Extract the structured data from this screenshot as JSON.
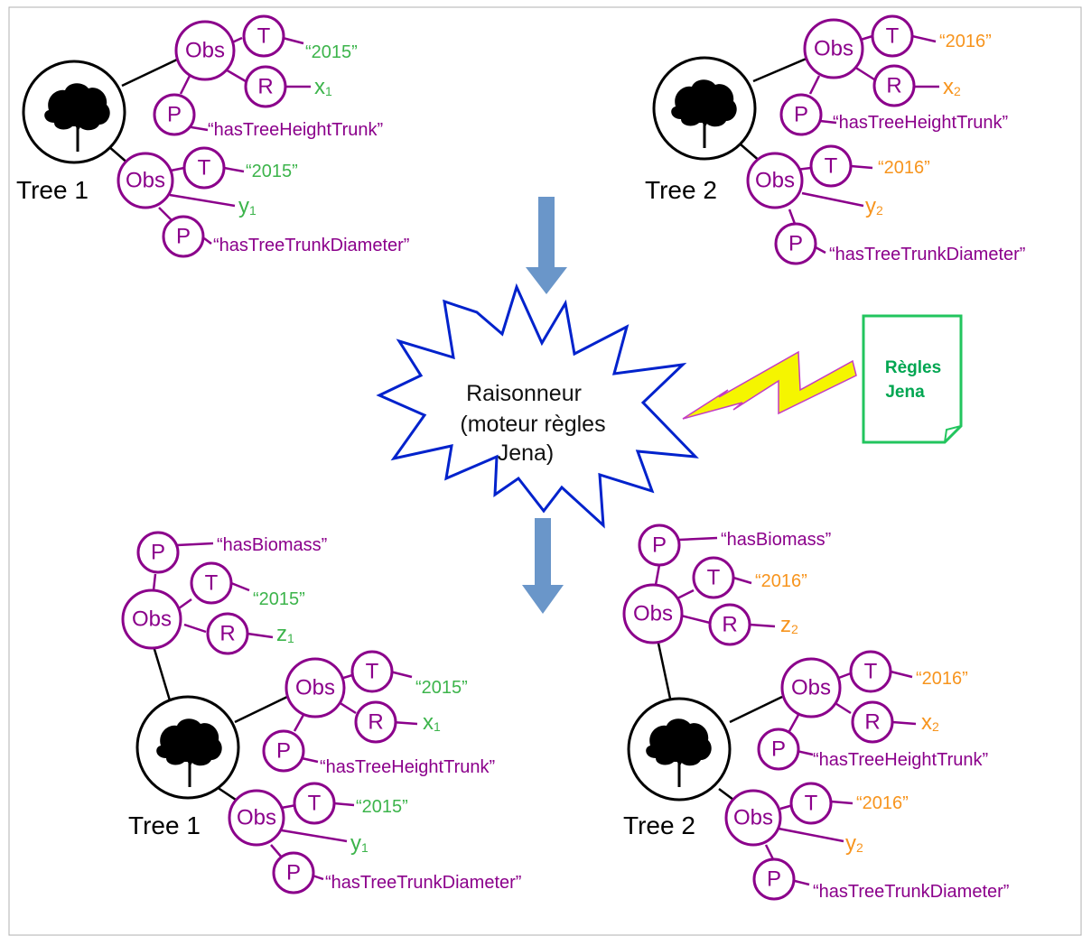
{
  "top_left": {
    "tree_label": "Tree 1",
    "obs_height": {
      "obs": "Obs",
      "t": "T",
      "r": "R",
      "p": "P",
      "time": "“2015”",
      "result": "x",
      "result_sub": "1",
      "property": "“hasTreeHeightTrunk”"
    },
    "obs_diameter": {
      "obs": "Obs",
      "t": "T",
      "p": "P",
      "time": "“2015”",
      "result": "y",
      "result_sub": "1",
      "property": "“hasTreeTrunkDiameter”"
    }
  },
  "top_right": {
    "tree_label": "Tree 2",
    "obs_height": {
      "obs": "Obs",
      "t": "T",
      "r": "R",
      "p": "P",
      "time": "“2016”",
      "result": "x",
      "result_sub": "2",
      "property": "“hasTreeHeightTrunk”"
    },
    "obs_diameter": {
      "obs": "Obs",
      "t": "T",
      "p": "P",
      "time": "“2016”",
      "result": "y",
      "result_sub": "2",
      "property": "“hasTreeTrunkDiameter”"
    }
  },
  "reasoner": {
    "line1": "Raisonneur",
    "line2": "(moteur règles",
    "line3": "Jena)"
  },
  "rules_doc": {
    "line1": "Règles",
    "line2": "Jena"
  },
  "bottom_left": {
    "tree_label": "Tree 1",
    "obs_biomass": {
      "obs": "Obs",
      "t": "T",
      "r": "R",
      "p": "P",
      "time": "“2015”",
      "result": "z",
      "result_sub": "1",
      "property": "“hasBiomass”"
    },
    "obs_height": {
      "obs": "Obs",
      "t": "T",
      "r": "R",
      "p": "P",
      "time": "“2015”",
      "result": "x",
      "result_sub": "1",
      "property": "“hasTreeHeightTrunk”"
    },
    "obs_diameter": {
      "obs": "Obs",
      "t": "T",
      "p": "P",
      "time": "“2015”",
      "result": "y",
      "result_sub": "1",
      "property": "“hasTreeTrunkDiameter”"
    }
  },
  "bottom_right": {
    "tree_label": "Tree 2",
    "obs_biomass": {
      "obs": "Obs",
      "t": "T",
      "r": "R",
      "p": "P",
      "time": "“2016”",
      "result": "z",
      "result_sub": "2",
      "property": "“hasBiomass”"
    },
    "obs_height": {
      "obs": "Obs",
      "t": "T",
      "r": "R",
      "p": "P",
      "time": "“2016”",
      "result": "x",
      "result_sub": "2",
      "property": "“hasTreeHeightTrunk”"
    },
    "obs_diameter": {
      "obs": "Obs",
      "t": "T",
      "p": "P",
      "time": "“2016”",
      "result": "y",
      "result_sub": "2",
      "property": "“hasTreeTrunkDiameter”"
    }
  },
  "colors": {
    "node_purple": "#8b008b",
    "year_2015_green": "#3cb44b",
    "year_2016_orange": "#f7941d",
    "arrow_blue": "#6a96c9",
    "starburst_blue": "#0022cc",
    "lightning_yellow": "#f5f500",
    "rules_green": "#00a651"
  },
  "icons": {
    "tree": "tree-silhouette-icon",
    "arrow": "down-arrow-icon",
    "lightning": "lightning-bolt-icon",
    "document": "document-icon"
  }
}
